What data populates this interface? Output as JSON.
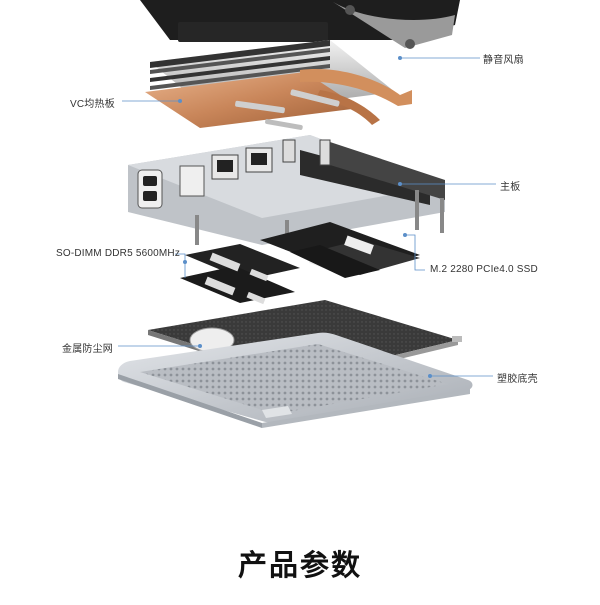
{
  "labels": {
    "fan": "静音风扇",
    "vc": "VC均热板",
    "mainboard": "主板",
    "ram": "SO-DIMM DDR5 5600MHz",
    "ssd": "M.2 2280 PCIe4.0 SSD",
    "mesh": "金属防尘网",
    "shell": "塑胶底壳"
  },
  "section_title": "产品参数",
  "colors": {
    "copper": "#c9865a",
    "callout": "#5b8fc9",
    "board": "#2a2a2a",
    "shell": "#c8ccd2"
  },
  "icons": [
    "fan",
    "heatsink",
    "motherboard",
    "ram-module",
    "ssd-module",
    "dust-mesh",
    "bottom-shell"
  ]
}
